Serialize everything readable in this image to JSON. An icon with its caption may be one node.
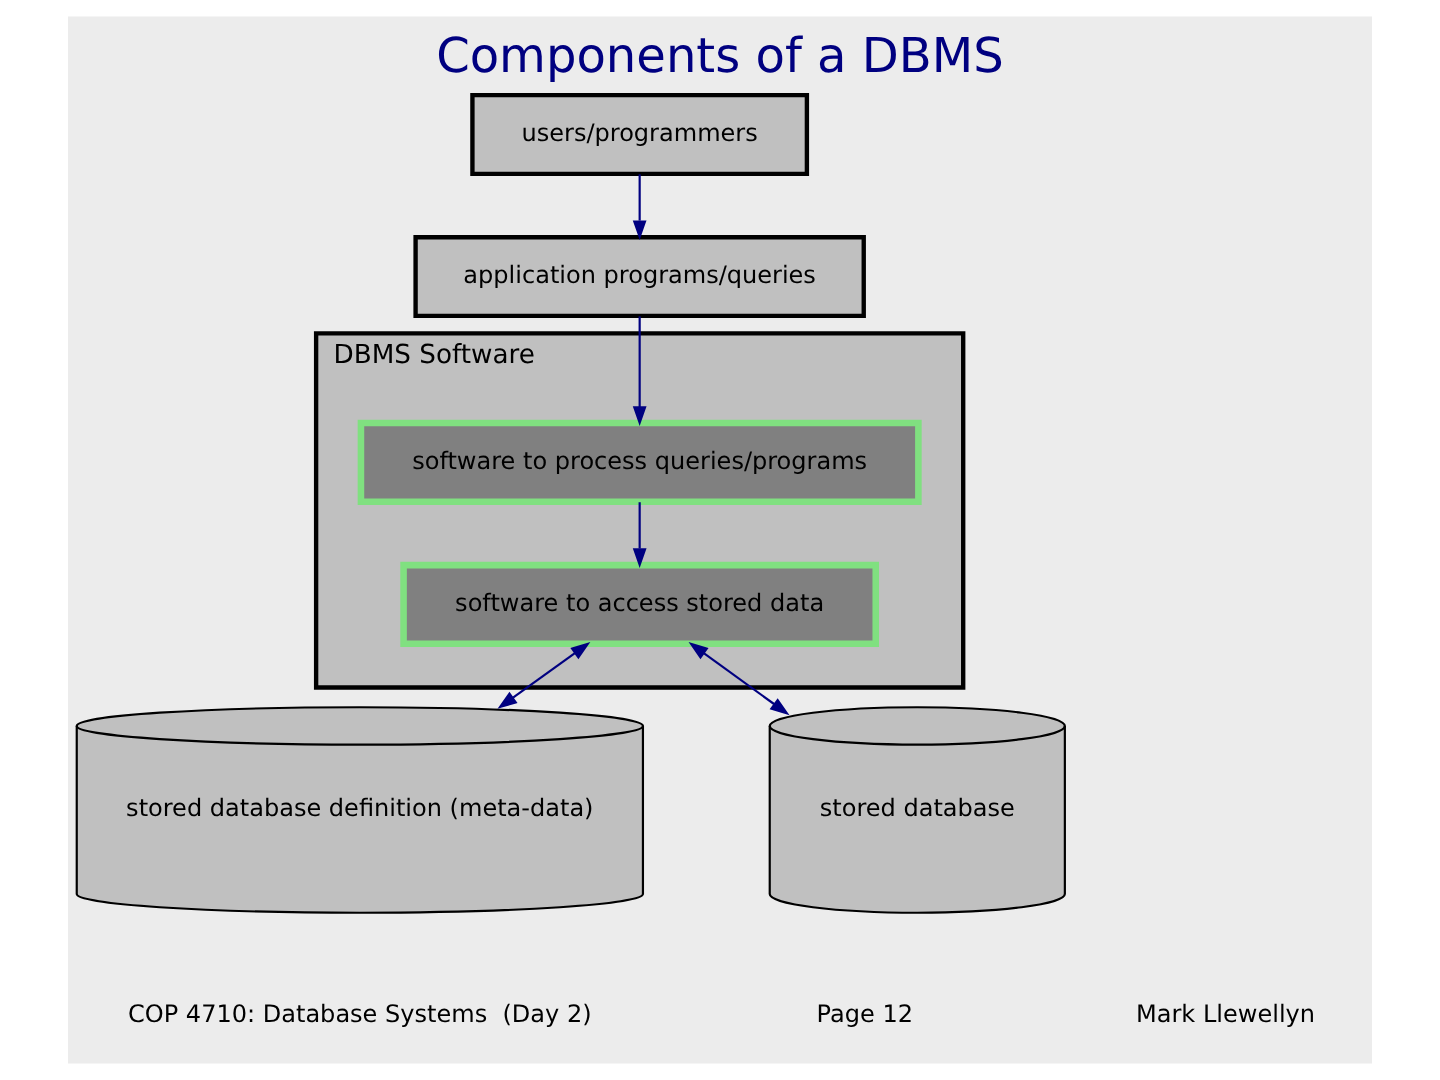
{
  "diagram": {
    "title": "Components of a DBMS",
    "nodes": [
      {
        "text": [
          "users/programmers"
        ]
      },
      {
        "text": [
          "application programs/queries"
        ]
      },
      {
        "text": [
          "DBMS Software"
        ]
      },
      {
        "text": [
          "software to process queries/programs"
        ],
        "in": 2
      },
      {
        "text": [
          "software to access stored data"
        ],
        "in": 2
      },
      {
        "text": [
          "stored database definition (meta-data)"
        ]
      },
      {
        "text": [
          "stored database"
        ]
      }
    ],
    "edges": [
      {
        "from": 0,
        "to": 1,
        "arrow": "to"
      },
      {
        "from": 1,
        "to": 3,
        "arrow": "to"
      },
      {
        "from": 3,
        "to": 4,
        "arrow": "to"
      },
      {
        "from": 4,
        "to": 5,
        "arrow": "both"
      },
      {
        "from": 4,
        "to": 6,
        "arrow": "both"
      }
    ],
    "labels": [
      "COP 4710: Database Systems  (Day 2)",
      "Page 12",
      "Mark Llewellyn"
    ]
  }
}
